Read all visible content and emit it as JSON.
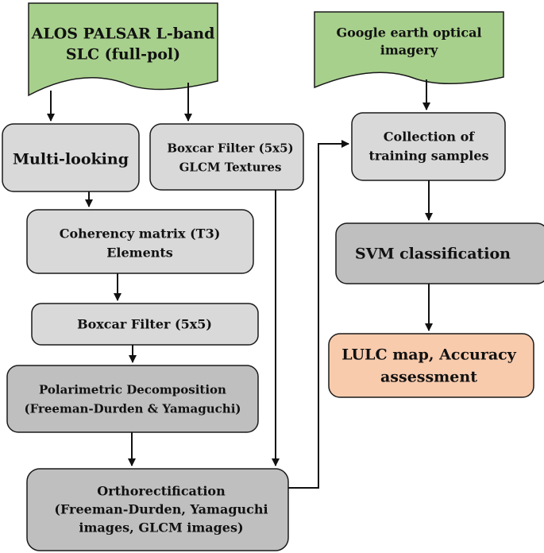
{
  "nodes": {
    "alos_input": {
      "lines": [
        "ALOS PALSAR L-band",
        "SLC (full-pol)"
      ],
      "kind": "input"
    },
    "google_input": {
      "lines": [
        "Google earth optical",
        "imagery"
      ],
      "kind": "input"
    },
    "multilooking": {
      "lines": [
        "Multi-looking"
      ],
      "kind": "process"
    },
    "boxcar_glcm": {
      "lines": [
        "Boxcar Filter (5x5)",
        "GLCM Textures"
      ],
      "kind": "process"
    },
    "training_samples": {
      "lines": [
        "Collection of",
        "training samples"
      ],
      "kind": "process"
    },
    "coherency": {
      "lines": [
        "Coherency matrix (T3)",
        "Elements"
      ],
      "kind": "process"
    },
    "svm": {
      "lines": [
        "SVM classification"
      ],
      "kind": "process-dark"
    },
    "boxcar": {
      "lines": [
        "Boxcar Filter (5x5)"
      ],
      "kind": "process"
    },
    "lulc": {
      "lines": [
        "LULC map, Accuracy",
        "assessment"
      ],
      "kind": "output"
    },
    "decomposition": {
      "lines": [
        "Polarimetric Decomposition",
        "(Freeman-Durden & Yamaguchi)"
      ],
      "kind": "process-dark"
    },
    "ortho": {
      "lines": [
        "Orthorectification",
        "(Freeman-Durden, Yamaguchi",
        "images, GLCM images)"
      ],
      "kind": "process-dark"
    }
  },
  "colors": {
    "input_fill": "#a8d08d",
    "process_fill": "#d9d9d9",
    "process_dark_fill": "#bfbfbf",
    "output_fill": "#f8cbad",
    "stroke": "#1a1a1a"
  }
}
